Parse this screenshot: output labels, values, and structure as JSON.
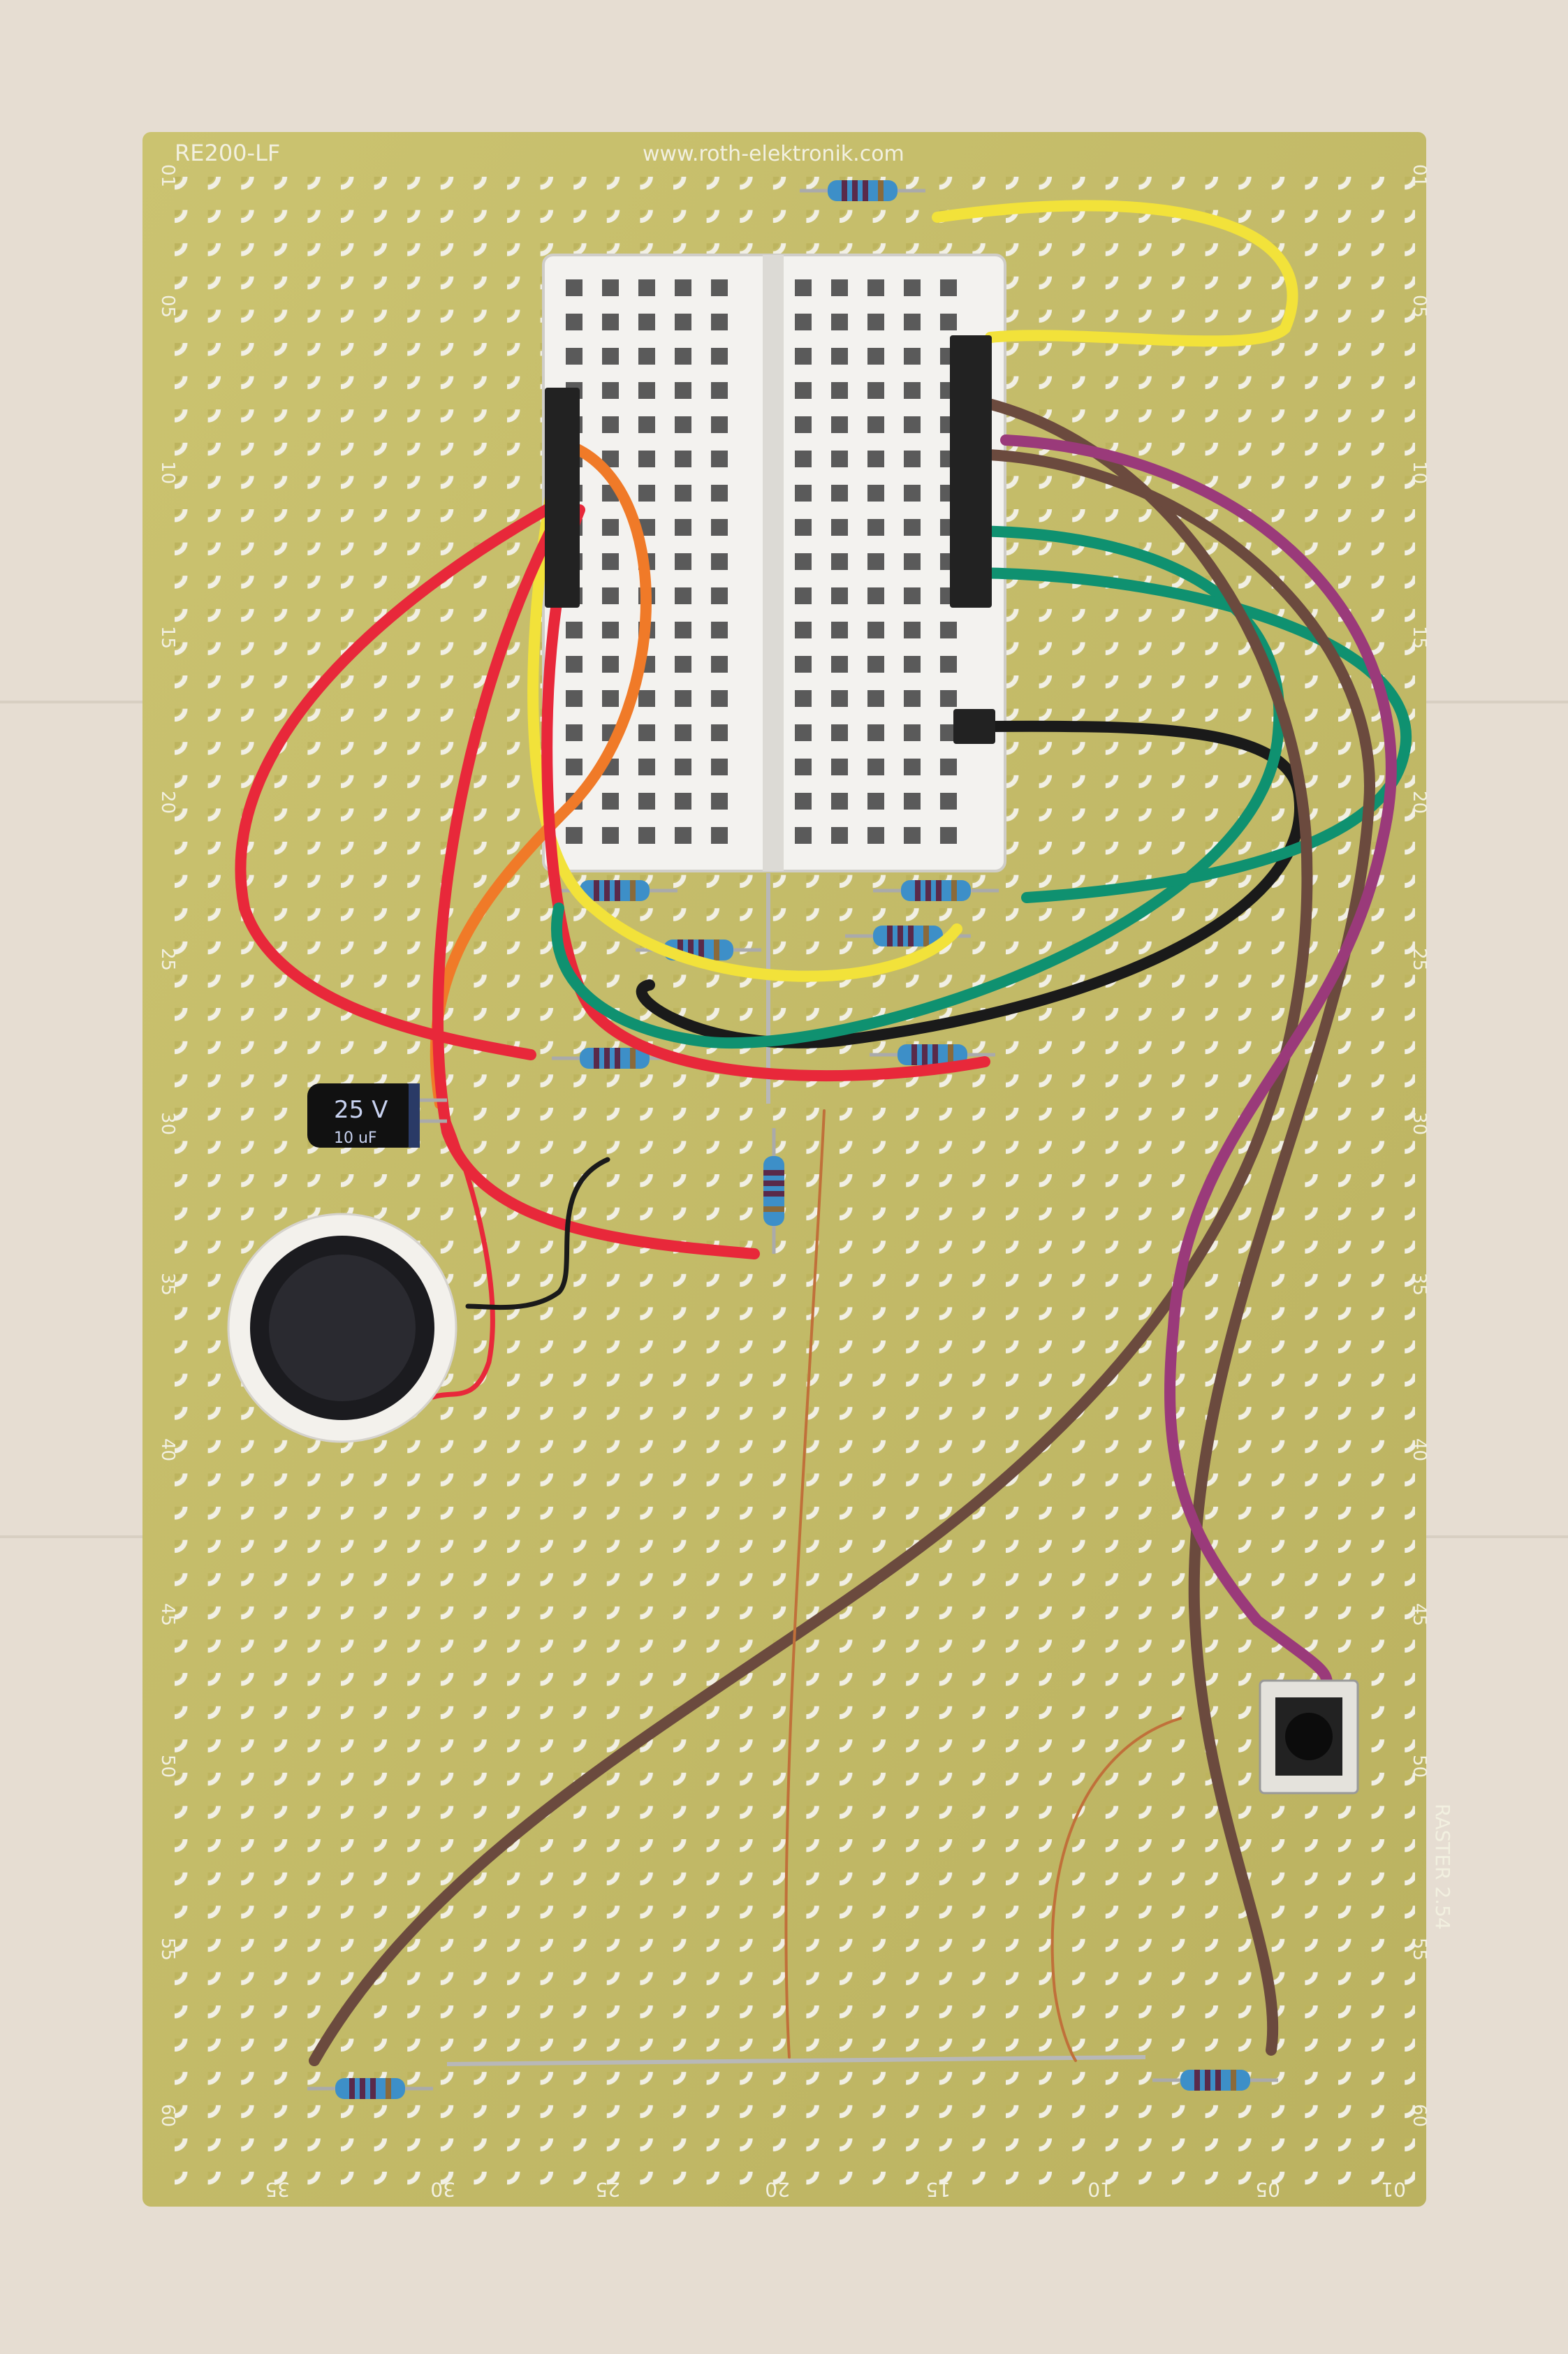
{
  "board": {
    "model_label": "RE200-LF",
    "website": "www.roth-elektronik.com",
    "raster_label": "RASTER 2.54",
    "row_labels": [
      "01",
      "05",
      "10",
      "15",
      "20",
      "25",
      "30",
      "35",
      "40",
      "45",
      "50",
      "55",
      "60"
    ],
    "column_labels": [
      "35",
      "30",
      "25",
      "20",
      "15",
      "10",
      "05",
      "01"
    ]
  },
  "capacitor": {
    "voltage": "25 V",
    "capacitance": "10 uF"
  },
  "colors": {
    "board": "#c4bd6a",
    "background": "#e6ddd2",
    "wire_red": "#e8283a",
    "wire_yellow": "#f2e23a",
    "wire_orange": "#f07a28",
    "wire_green": "#0f9170",
    "wire_brown": "#6b4a3e",
    "wire_purple": "#9a3a7a",
    "wire_black": "#1a1a1a"
  }
}
